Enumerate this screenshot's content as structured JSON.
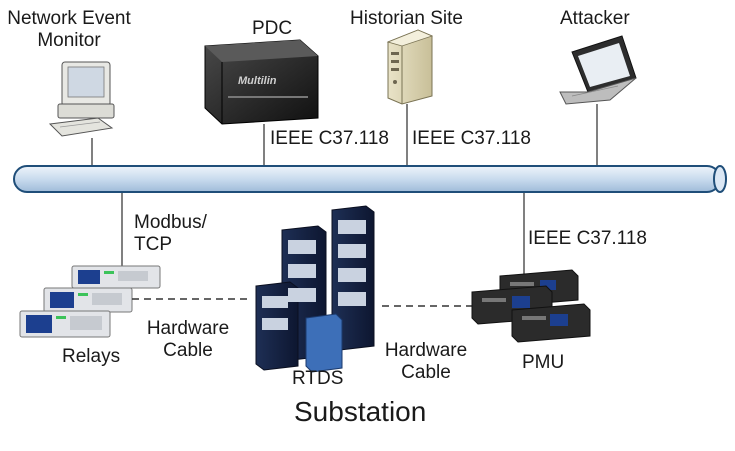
{
  "nodes": {
    "network_event_monitor": {
      "label_line1": "Network Event",
      "label_line2": "Monitor"
    },
    "pdc": {
      "label": "PDC",
      "brand": "Multilin"
    },
    "historian": {
      "label": "Historian Site"
    },
    "attacker": {
      "label": "Attacker"
    },
    "relays": {
      "label": "Relays"
    },
    "rtds": {
      "label": "RTDS"
    },
    "pmu": {
      "label": "PMU"
    }
  },
  "links": {
    "pdc_protocol": "IEEE C37.118",
    "historian_protocol": "IEEE C37.118",
    "pmu_protocol": "IEEE C37.118",
    "relay_protocol_line1": "Modbus/",
    "relay_protocol_line2": "TCP",
    "cable_left_line1": "Hardware",
    "cable_left_line2": "Cable",
    "cable_right_line1": "Hardware",
    "cable_right_line2": "Cable"
  },
  "zone": {
    "label": "Substation"
  },
  "colors": {
    "bus_fill": "#dbe7f4",
    "bus_stroke": "#1f4e79",
    "device_dark": "#2b2b2b",
    "screen_blue": "#1c3f8f",
    "led_green": "#3cc35a"
  }
}
